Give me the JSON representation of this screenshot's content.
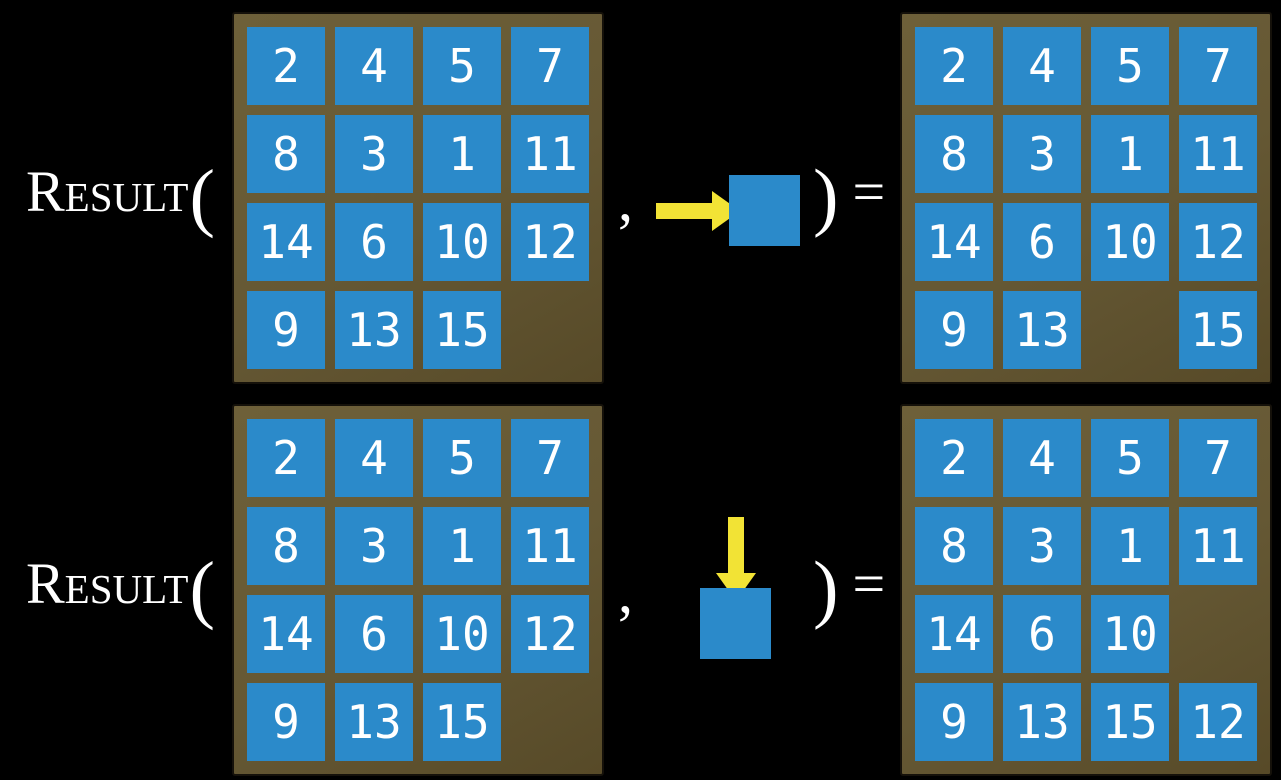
{
  "expression": {
    "function_label": "Result",
    "open_paren": "(",
    "comma": ",",
    "close_paren": ")",
    "equals": "="
  },
  "colors": {
    "background": "#000000",
    "tile_blue": "#2b8aca",
    "frame_brown": "#655834",
    "arrow_yellow": "#f2e335",
    "text_white": "#ffffff"
  },
  "rows": [
    {
      "name": "result-of-right-move",
      "move": {
        "direction": "right",
        "icon": "right-arrow-into-tile"
      },
      "initial_grid": [
        [
          "2",
          "4",
          "5",
          "7"
        ],
        [
          "8",
          "3",
          "1",
          "11"
        ],
        [
          "14",
          "6",
          "10",
          "12"
        ],
        [
          "9",
          "13",
          "15",
          ""
        ]
      ],
      "result_grid": [
        [
          "2",
          "4",
          "5",
          "7"
        ],
        [
          "8",
          "3",
          "1",
          "11"
        ],
        [
          "14",
          "6",
          "10",
          "12"
        ],
        [
          "9",
          "13",
          "",
          "15"
        ]
      ]
    },
    {
      "name": "result-of-down-move",
      "move": {
        "direction": "down",
        "icon": "down-arrow-into-tile"
      },
      "initial_grid": [
        [
          "2",
          "4",
          "5",
          "7"
        ],
        [
          "8",
          "3",
          "1",
          "11"
        ],
        [
          "14",
          "6",
          "10",
          "12"
        ],
        [
          "9",
          "13",
          "15",
          ""
        ]
      ],
      "result_grid": [
        [
          "2",
          "4",
          "5",
          "7"
        ],
        [
          "8",
          "3",
          "1",
          "11"
        ],
        [
          "14",
          "6",
          "10",
          ""
        ],
        [
          "9",
          "13",
          "15",
          "12"
        ]
      ]
    }
  ]
}
